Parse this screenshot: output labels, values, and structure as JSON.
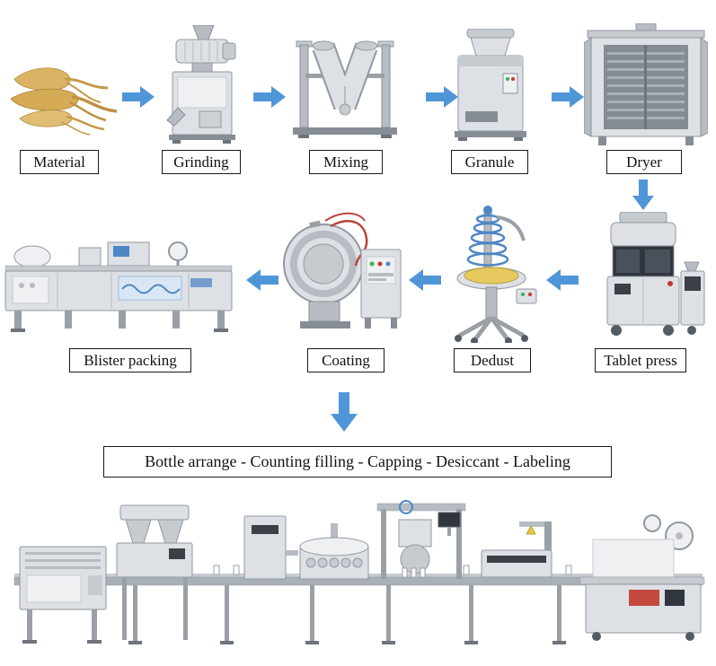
{
  "diagram": {
    "row1": [
      {
        "label": "Material",
        "machine": "ginseng-roots"
      },
      {
        "label": "Grinding",
        "machine": "pulverizer"
      },
      {
        "label": "Mixing",
        "machine": "v-blender"
      },
      {
        "label": "Granule",
        "machine": "granulator"
      },
      {
        "label": "Dryer",
        "machine": "hot-air-drying-oven"
      }
    ],
    "row2": [
      {
        "label": "Tablet press",
        "machine": "rotary-tablet-press"
      },
      {
        "label": "Dedust",
        "machine": "tablet-deduster"
      },
      {
        "label": "Coating",
        "machine": "film-coating-machine"
      },
      {
        "label": "Blister packing",
        "machine": "blister-packing-machine"
      }
    ],
    "banner": "Bottle arrange - Counting filling - Capping - Desiccant - Labeling",
    "bottom_line_machine": "bottle-packaging-line",
    "colors": {
      "arrow_blue": "#4f96d8",
      "label_border": "#1a1a1a",
      "background": "#ffffff"
    }
  }
}
